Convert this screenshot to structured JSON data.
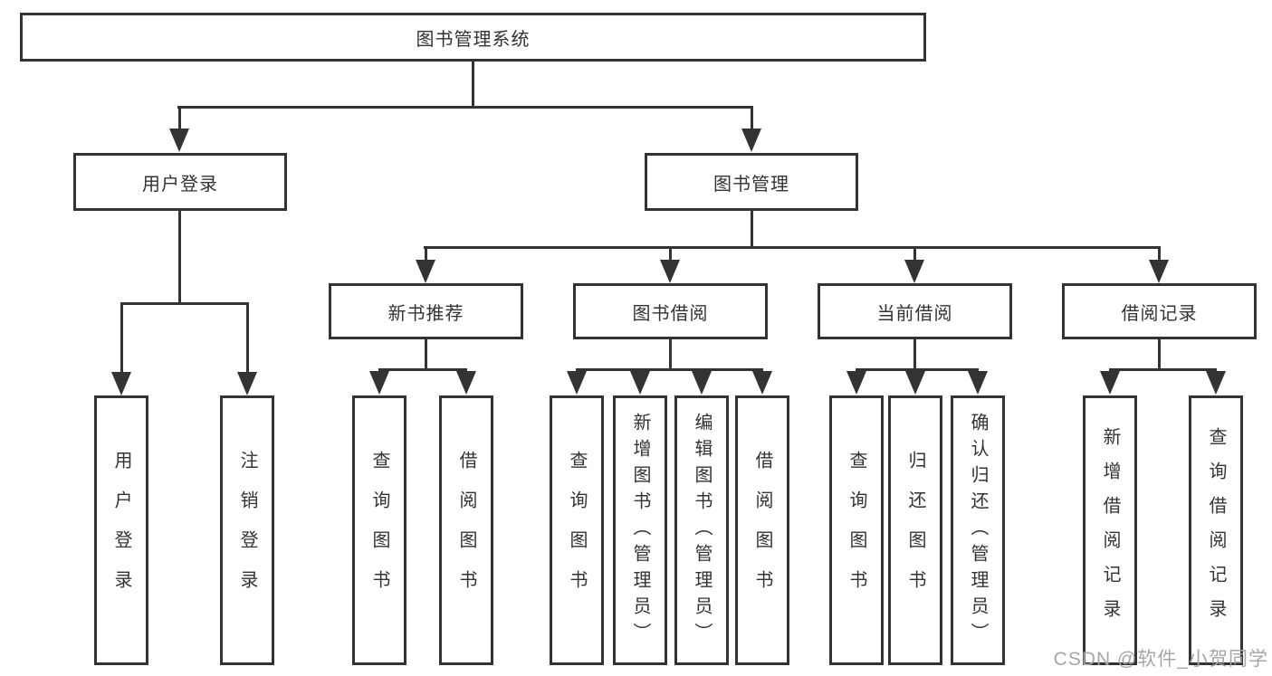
{
  "diagram": {
    "root": "图书管理系统",
    "level2": {
      "user_login": "用户登录",
      "book_management": "图书管理"
    },
    "level3": {
      "new_book_recommend": "新书推荐",
      "book_borrowing": "图书借阅",
      "current_borrowing": "当前借阅",
      "borrowing_records": "借阅记录"
    },
    "leaves": {
      "user_login_leaf": "用户登录",
      "logout": "注销登录",
      "query_books_1": "查询图书",
      "borrow_books_1": "借阅图书",
      "query_books_2": "查询图书",
      "add_books_admin": "新增图书（管理员）",
      "edit_books_admin": "编辑图书（管理员）",
      "borrow_books_2": "借阅图书",
      "query_books_3": "查询图书",
      "return_books": "归还图书",
      "confirm_return_admin": "确认归还（管理员）",
      "add_borrow_record": "新增借阅记录",
      "query_borrow_record": "查询借阅记录"
    },
    "watermark": "CSDN @软件_小贺同学",
    "colors": {
      "line": "#333333",
      "text": "#333333",
      "background": "#ffffff",
      "watermark": "#a6a6a6"
    }
  }
}
